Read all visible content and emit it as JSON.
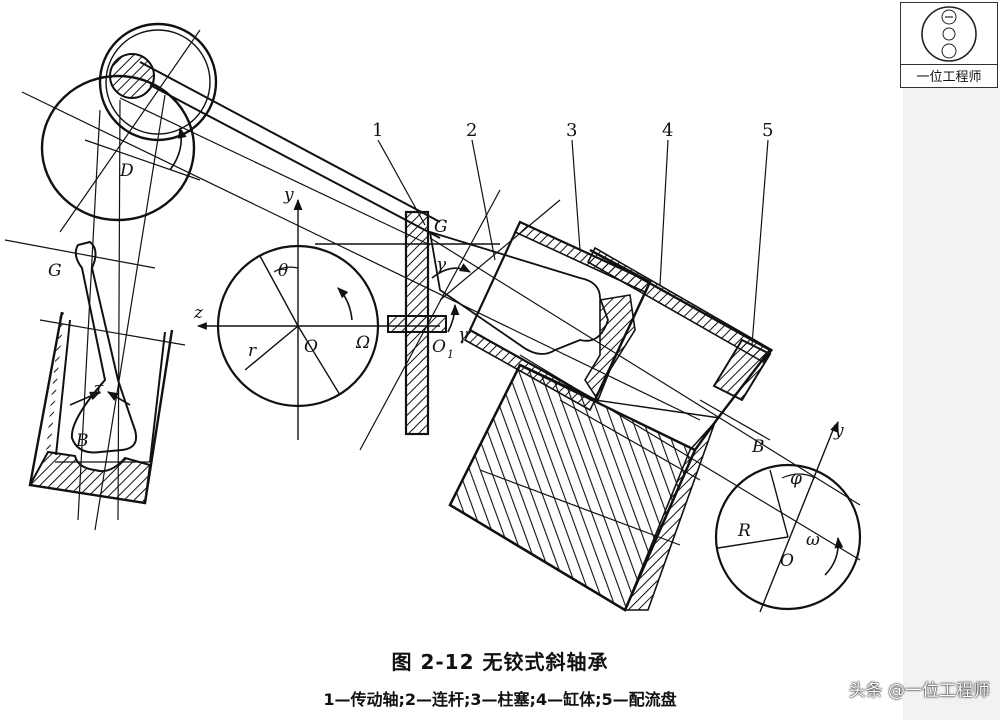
{
  "figure": {
    "title": "图 2-12   无铰式斜轴承",
    "legend": "1—传动轴;2—连杆;3—柱塞;4—缸体;5—配流盘"
  },
  "part_numbers": [
    "1",
    "2",
    "3",
    "4",
    "5"
  ],
  "labels": {
    "D": "D",
    "G_left": "G",
    "tau": "τ",
    "B_left": "B",
    "y_left": "y",
    "theta": "θ",
    "z": "z",
    "O_left": "O",
    "r": "r",
    "Omega": "Ω",
    "G_mid": "G",
    "gamma_upper": "γ",
    "O1": "O",
    "O1_sub": "1",
    "gamma_lower": "γ",
    "B_right": "B",
    "y_right": "y",
    "phi": "φ",
    "R": "R",
    "O_right": "O",
    "omega": "ω"
  },
  "logo": {
    "text": "一位工程师"
  },
  "watermark": "头条 @一位工程师"
}
